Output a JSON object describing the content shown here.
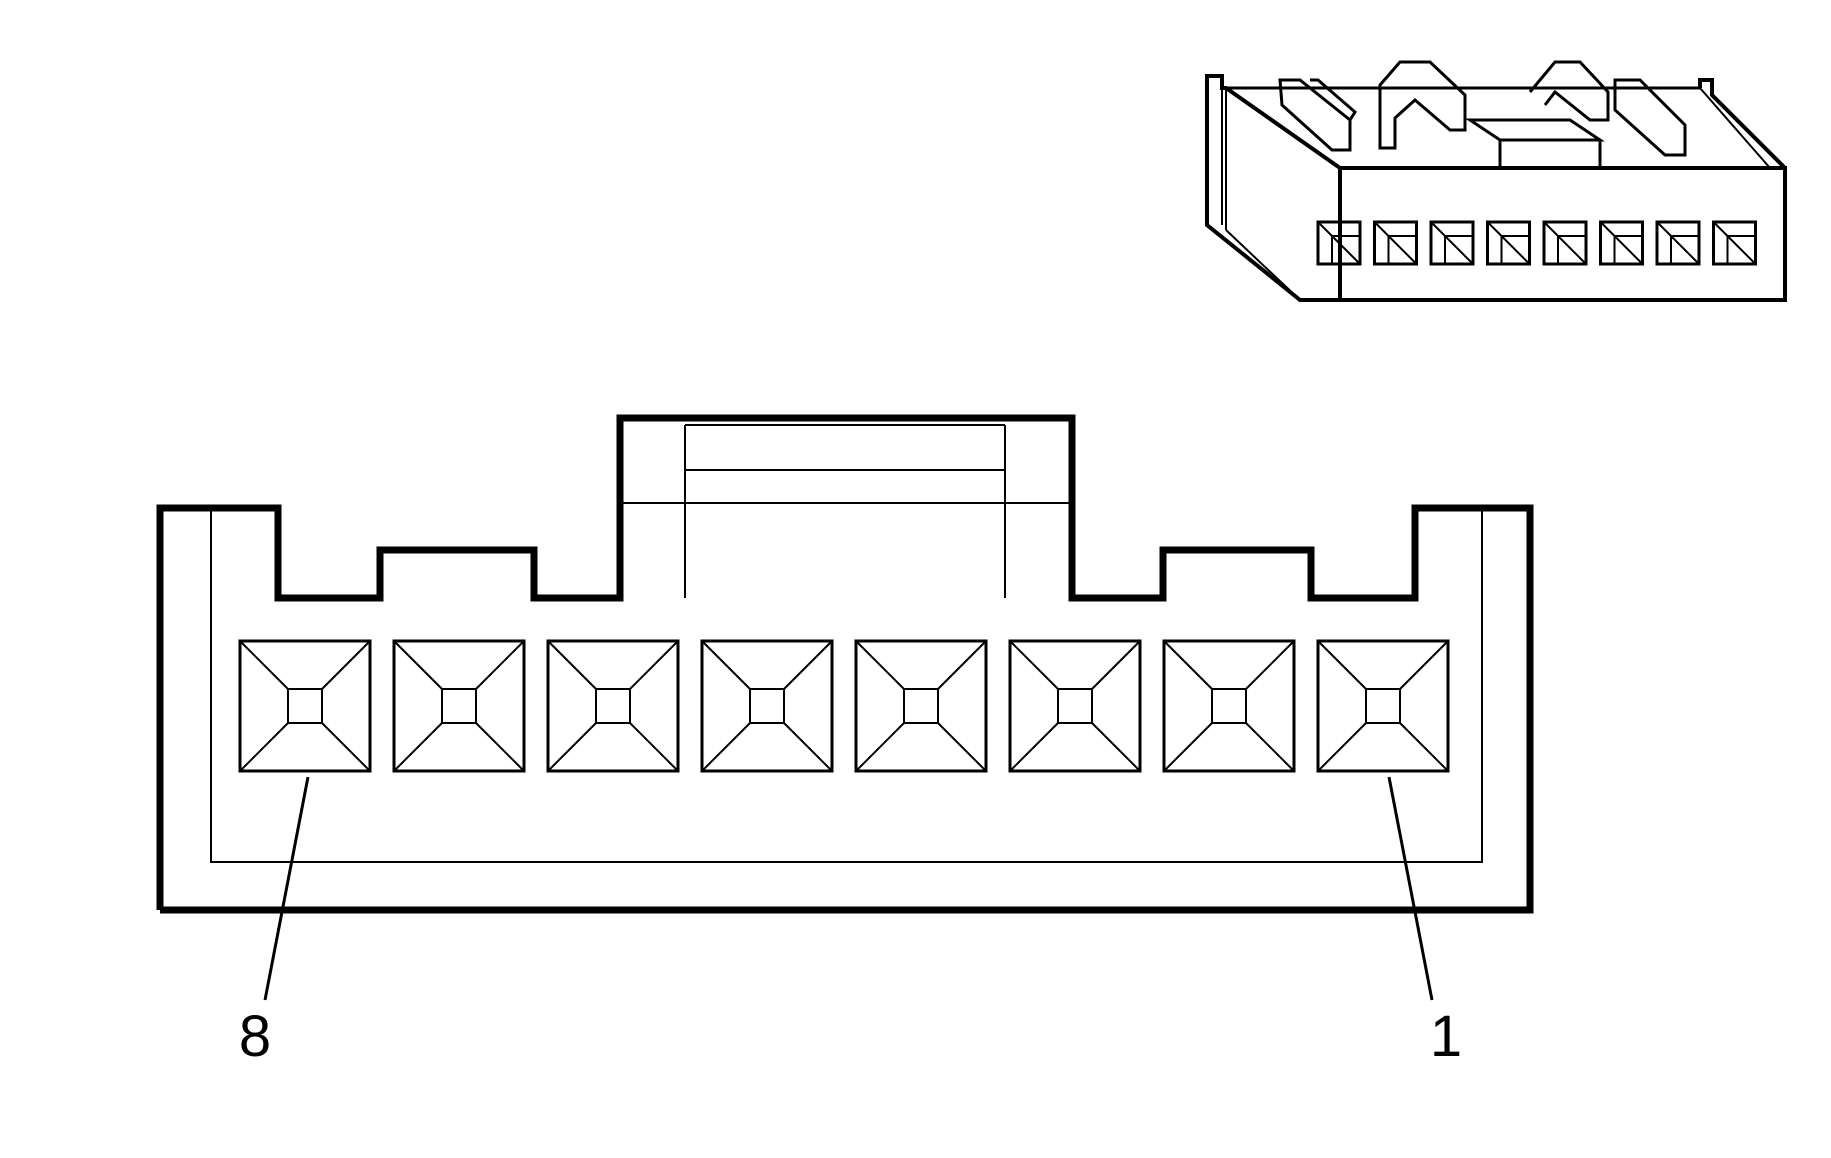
{
  "connector": {
    "cavity_count": 8,
    "pin_labels": [
      {
        "text": "8",
        "cavity": 8
      },
      {
        "text": "1",
        "cavity": 1
      }
    ]
  },
  "colors": {
    "line": "#000000",
    "background": "#ffffff"
  }
}
